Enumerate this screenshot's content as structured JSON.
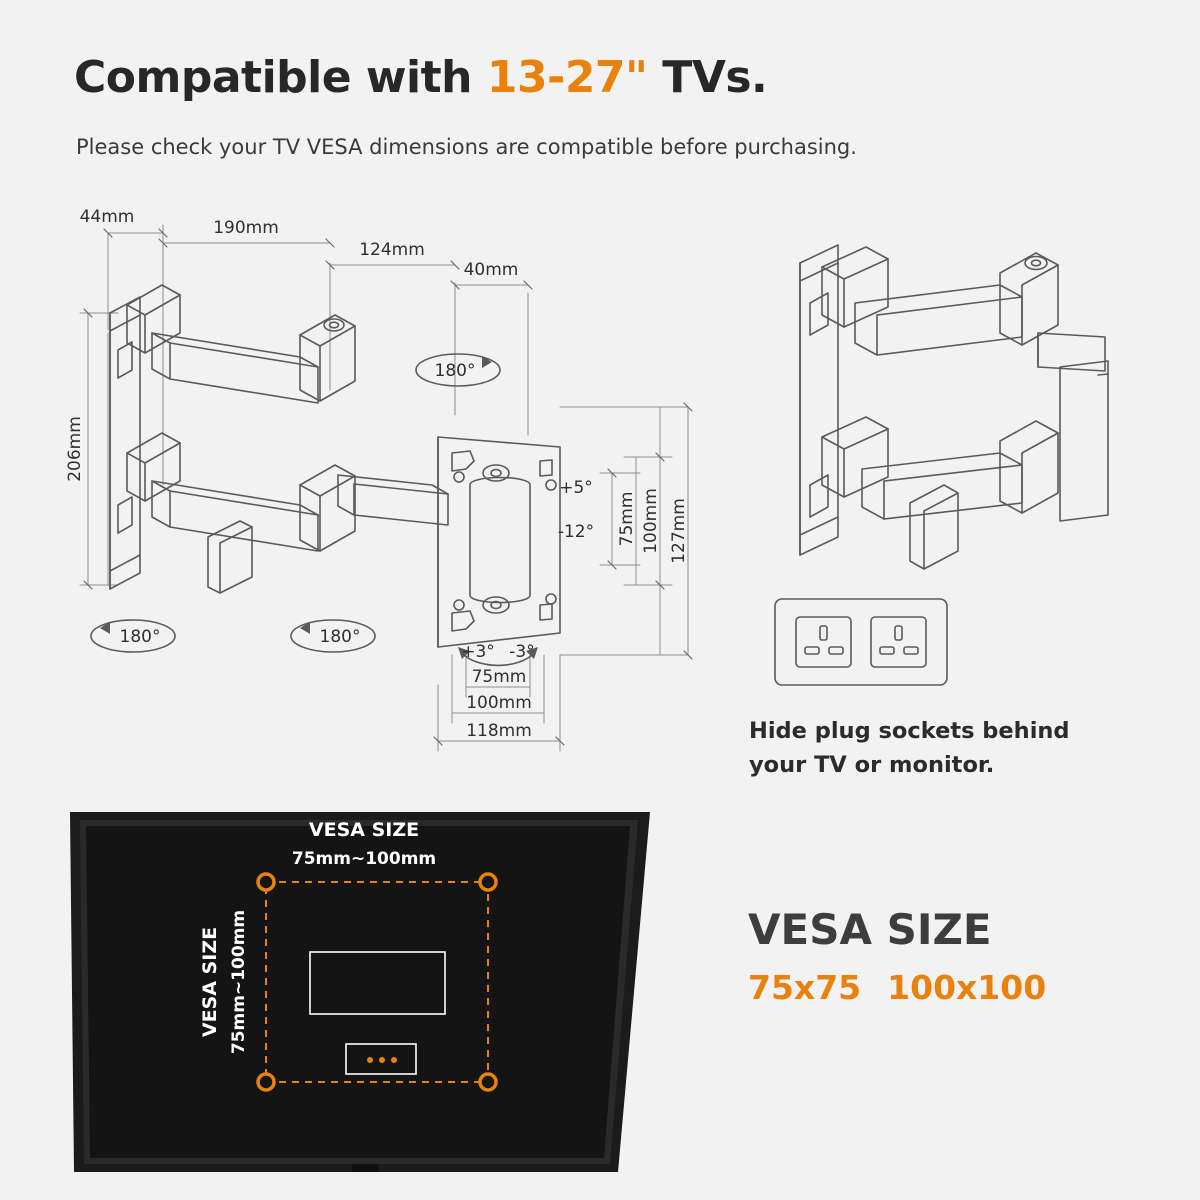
{
  "header": {
    "title_prefix": "Compatible with ",
    "title_accent": "13-27\"",
    "title_suffix": " TVs.",
    "subtitle": "Please check your TV VESA dimensions are compatible before purchasing."
  },
  "diagram": {
    "dimensions": {
      "depth_min": "44mm",
      "arm_extended": "190mm",
      "arm_mid": "124mm",
      "arm_short": "40mm",
      "wall_plate_height": "206mm",
      "plate_height_127": "127mm",
      "plate_vesa_100": "100mm",
      "plate_vesa_75": "75mm",
      "plate_width_118": "118mm",
      "plate_bottom_75": "75mm",
      "plate_bottom_100": "100mm"
    },
    "rotations": {
      "swivel_top": "180°",
      "swivel_left": "180°",
      "swivel_mid": "180°"
    },
    "tilt": {
      "up": "+5°",
      "down": "-12°",
      "roll_plus": "+3°",
      "roll_minus": "-3°"
    }
  },
  "plug": {
    "caption_line1": "Hide plug sockets behind",
    "caption_line2": "your TV or monitor."
  },
  "vesa_panel": {
    "top_label": "VESA SIZE",
    "top_value": "75mm~100mm",
    "side_label": "VESA SIZE",
    "side_value": "75mm~100mm"
  },
  "vesa_callout": {
    "title": "VESA SIZE",
    "size_a": "75x75",
    "size_b": "100x100"
  },
  "colors": {
    "accent": "#e8820c",
    "background": "#f2f2f2",
    "line": "#58585a",
    "panel": "#161616"
  }
}
